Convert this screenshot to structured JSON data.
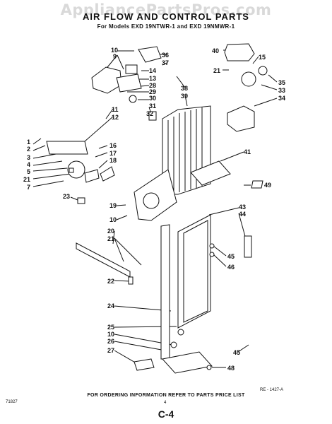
{
  "watermark": "AppliancePartsPros.com",
  "header": {
    "title": "AIR FLOW AND CONTROL PARTS",
    "subtitle": "For Models EXD 19NTWR-1 and EXD 19NMWR-1"
  },
  "footer": {
    "ordering_note": "FOR ORDERING INFORMATION REFER TO PARTS PRICE LIST",
    "drawing_ref": "RE - 1427-A",
    "code": "71827",
    "page_marker": "4",
    "page_label": "C-4"
  },
  "callouts": {
    "c36": "36",
    "c37": "37",
    "c10a": "10",
    "c9": "9",
    "c14": "14",
    "c13": "13",
    "c28": "28",
    "c29": "29",
    "c30": "30",
    "c31": "31",
    "c32": "32",
    "c11": "11",
    "c12": "12",
    "c38": "38",
    "c39": "39",
    "c40": "40",
    "c15": "15",
    "c21a": "21",
    "c35": "35",
    "c33": "33",
    "c34": "34",
    "c1": "1",
    "c2": "2",
    "c3": "3",
    "c4": "4",
    "c5": "5",
    "c21b": "21",
    "c7": "7",
    "c16": "16",
    "c17": "17",
    "c18": "18",
    "c23": "23",
    "c19": "19",
    "c10b": "10",
    "c41": "41",
    "c49": "49",
    "c43": "43",
    "c44": "44",
    "c45a": "45",
    "c46": "46",
    "c20": "20",
    "c21c": "21",
    "c22": "22",
    "c24": "24",
    "c25": "25",
    "c10c": "10",
    "c26": "26",
    "c27": "27",
    "c45b": "45",
    "c48": "48"
  }
}
